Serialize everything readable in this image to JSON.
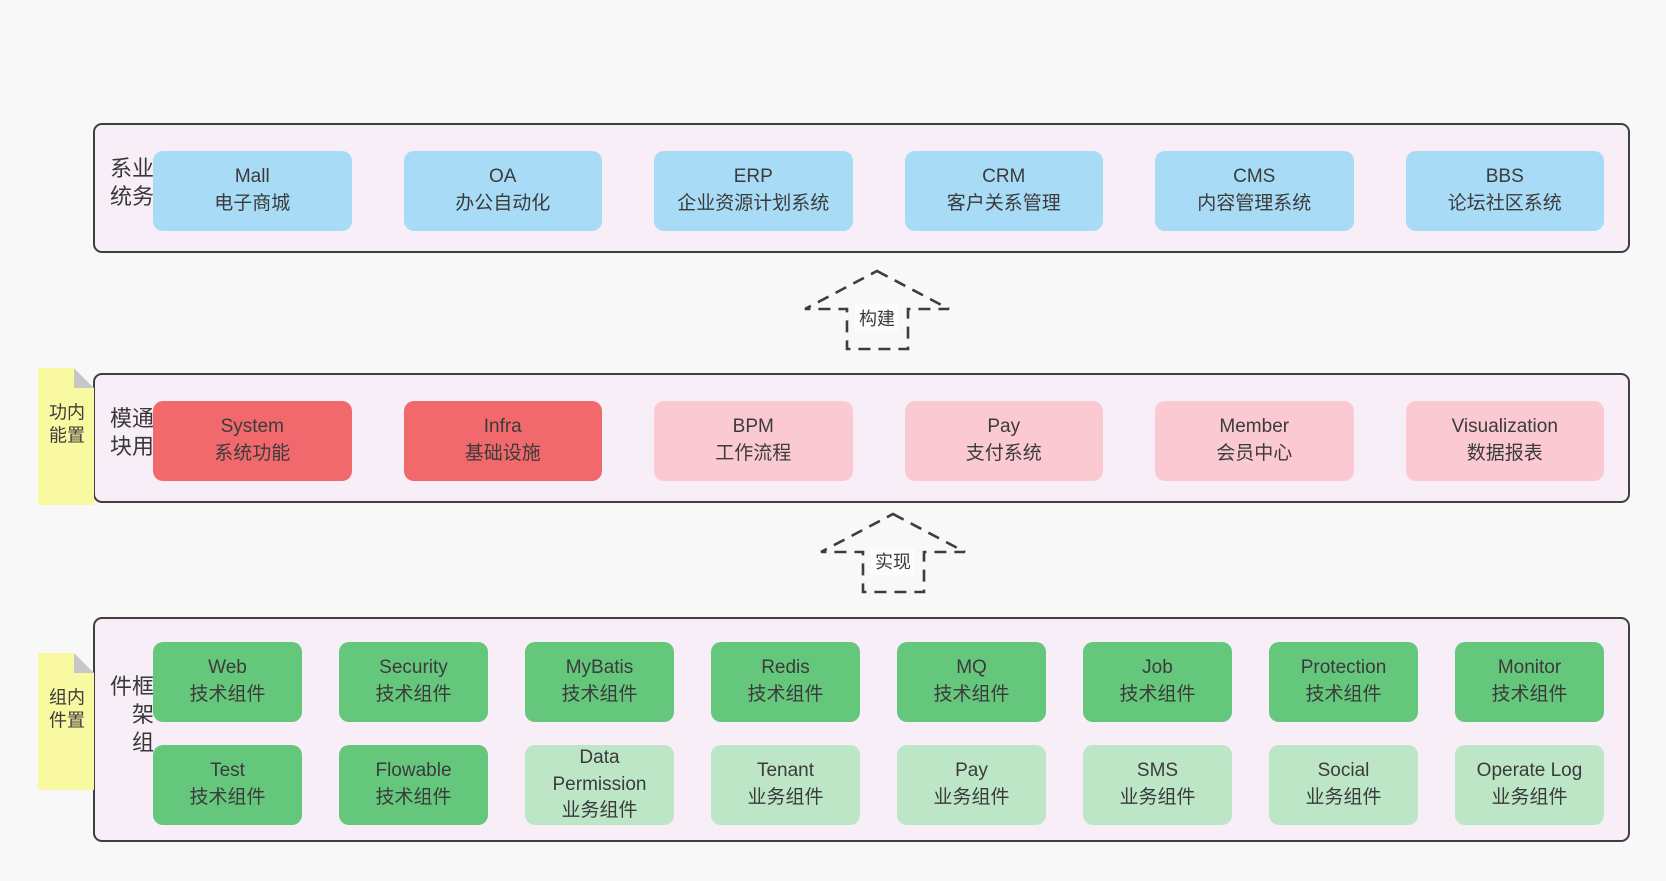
{
  "colors": {
    "page_background": "#f8f8f8",
    "layer_background": "#f8eef7",
    "layer_border": "#3f3f3f",
    "system_blue": "#a8dcf6",
    "core_red": "#f2696d",
    "optional_pink": "#fbc9d2",
    "tech_green": "#65c77c",
    "business_green_light": "#bde6c6",
    "sticky_yellow": "#f9f9a1",
    "sticky_fold_gray": "#c7c7c7",
    "text": "#3b3b3b"
  },
  "notes": [
    {
      "label": "内置功能"
    },
    {
      "label": "内置组件"
    }
  ],
  "arrows": [
    {
      "label": "构建"
    },
    {
      "label": "实现"
    }
  ],
  "layers": [
    {
      "label": "业务系统",
      "boxes": [
        {
          "title": "Mall",
          "subtitle": "电子商城",
          "type": "blue"
        },
        {
          "title": "OA",
          "subtitle": "办公自动化",
          "type": "blue"
        },
        {
          "title": "ERP",
          "subtitle": "企业资源计划系统",
          "type": "blue"
        },
        {
          "title": "CRM",
          "subtitle": "客户关系管理",
          "type": "blue"
        },
        {
          "title": "CMS",
          "subtitle": "内容管理系统",
          "type": "blue"
        },
        {
          "title": "BBS",
          "subtitle": "论坛社区系统",
          "type": "blue"
        }
      ]
    },
    {
      "label": "通用模块",
      "boxes": [
        {
          "title": "System",
          "subtitle": "系统功能",
          "type": "red"
        },
        {
          "title": "Infra",
          "subtitle": "基础设施",
          "type": "red"
        },
        {
          "title": "BPM",
          "subtitle": "工作流程",
          "type": "pink"
        },
        {
          "title": "Pay",
          "subtitle": "支付系统",
          "type": "pink"
        },
        {
          "title": "Member",
          "subtitle": "会员中心",
          "type": "pink"
        },
        {
          "title": "Visualization",
          "subtitle": "数据报表",
          "type": "pink"
        }
      ]
    },
    {
      "label": "框架组件",
      "rows": [
        [
          {
            "title": "Web",
            "subtitle": "技术组件",
            "type": "green"
          },
          {
            "title": "Security",
            "subtitle": "技术组件",
            "type": "green"
          },
          {
            "title": "MyBatis",
            "subtitle": "技术组件",
            "type": "green"
          },
          {
            "title": "Redis",
            "subtitle": "技术组件",
            "type": "green"
          },
          {
            "title": "MQ",
            "subtitle": "技术组件",
            "type": "green"
          },
          {
            "title": "Job",
            "subtitle": "技术组件",
            "type": "green"
          },
          {
            "title": "Protection",
            "subtitle": "技术组件",
            "type": "green"
          },
          {
            "title": "Monitor",
            "subtitle": "技术组件",
            "type": "green"
          }
        ],
        [
          {
            "title": "Test",
            "subtitle": "技术组件",
            "type": "green"
          },
          {
            "title": "Flowable",
            "subtitle": "技术组件",
            "type": "green"
          },
          {
            "title": "Data Permission",
            "subtitle": "业务组件",
            "type": "green-light"
          },
          {
            "title": "Tenant",
            "subtitle": "业务组件",
            "type": "green-light"
          },
          {
            "title": "Pay",
            "subtitle": "业务组件",
            "type": "green-light"
          },
          {
            "title": "SMS",
            "subtitle": "业务组件",
            "type": "green-light"
          },
          {
            "title": "Social",
            "subtitle": "业务组件",
            "type": "green-light"
          },
          {
            "title": "Operate Log",
            "subtitle": "业务组件",
            "type": "green-light"
          }
        ]
      ]
    }
  ]
}
